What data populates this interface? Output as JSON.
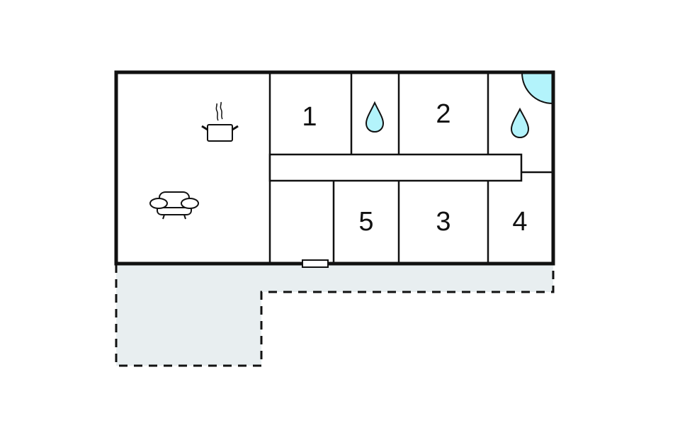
{
  "floorplan": {
    "colors": {
      "wall": "#111111",
      "background": "#ffffff",
      "terrace_fill": "#e8eef0",
      "water_fill": "#b3f3fb",
      "door_fill": "#ffffff"
    },
    "rooms": [
      {
        "id": "living-kitchen",
        "label": "",
        "icons": [
          "cooking-pot-icon",
          "armchair-icon"
        ]
      },
      {
        "id": "bedroom-1",
        "label": "1"
      },
      {
        "id": "bathroom-a",
        "label": "",
        "icons": [
          "water-drop-icon"
        ]
      },
      {
        "id": "bedroom-2",
        "label": "2"
      },
      {
        "id": "bathroom-b",
        "label": "",
        "icons": [
          "water-drop-icon",
          "shower-icon"
        ]
      },
      {
        "id": "hallway",
        "label": ""
      },
      {
        "id": "entry-room",
        "label": ""
      },
      {
        "id": "bedroom-5",
        "label": "5"
      },
      {
        "id": "bedroom-3",
        "label": "3"
      },
      {
        "id": "bedroom-4",
        "label": "4"
      }
    ],
    "labels": {
      "room1": "1",
      "room2": "2",
      "room3": "3",
      "room4": "4",
      "room5": "5"
    },
    "terrace": {
      "label": "",
      "style": "dashed outline"
    },
    "door": {
      "location": "bottom wall, entry"
    }
  }
}
